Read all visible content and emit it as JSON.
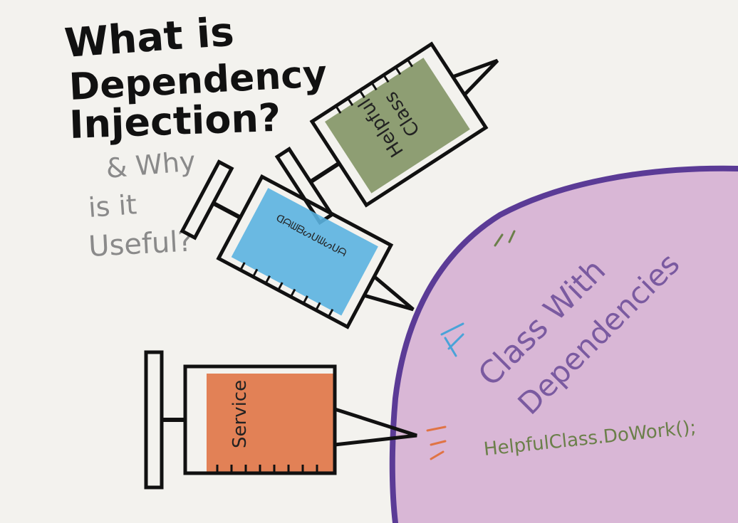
{
  "title": {
    "line1": "What is",
    "line2": "Dependency",
    "line3": "Injection?"
  },
  "subtitle": {
    "line1": "& Why",
    "line2": "is it",
    "line3": "Useful?"
  },
  "syringes": {
    "helpful": {
      "label_line1": "Helpful",
      "label_line2": "Class",
      "fill": "#7b8f5d"
    },
    "middle": {
      "label": "ᗡᗩᗯᗷᔕᑌᗯᔕᑌᗩ",
      "fill": "#5bb3e0"
    },
    "service": {
      "label": "Service",
      "fill": "#e07445"
    }
  },
  "target": {
    "label_line1": "Class With",
    "label_line2": "Dependencies",
    "code": "HelpfulClass.DoWork();",
    "fill": "#d9b7d6",
    "outline": "#5b3b96"
  },
  "colors": {
    "ink": "#111111",
    "subtitle_ink": "#8a8a8a",
    "class_text": "#7a5aa0",
    "code_text": "#6b7f4a",
    "accent_green": "#6b7f4a",
    "accent_blue": "#4aa3d8",
    "accent_orange": "#e07445"
  }
}
